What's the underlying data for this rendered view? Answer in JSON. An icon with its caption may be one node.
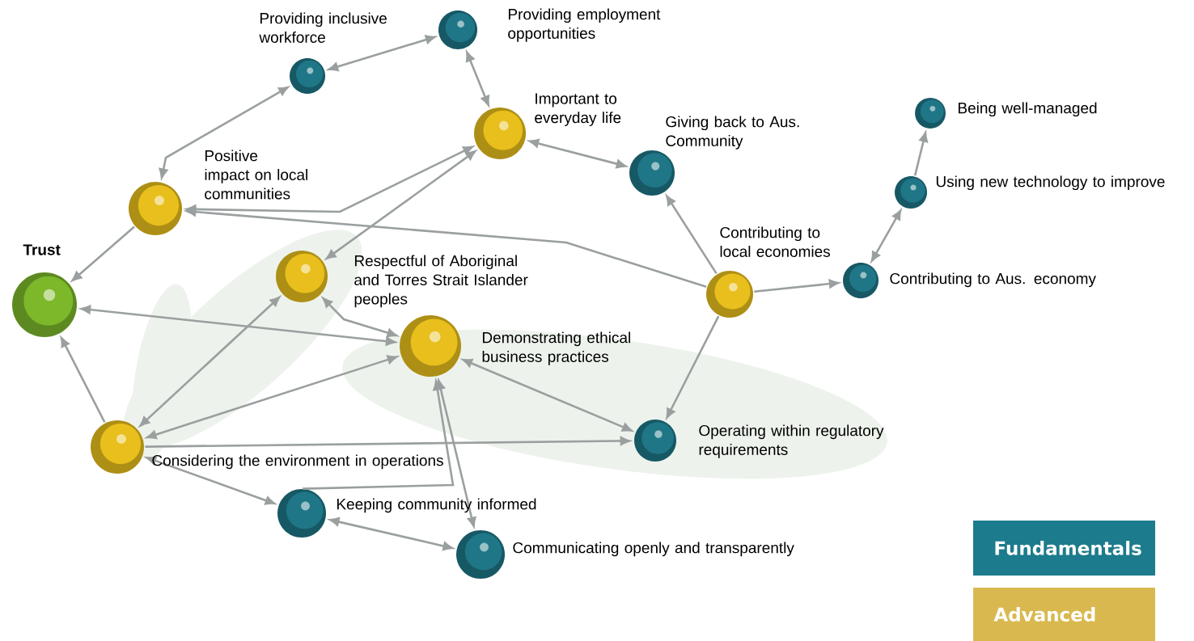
{
  "diagram": {
    "nodes": [
      {
        "text": [
          "Trust"
        ]
      },
      {
        "text": [
          "Positive impact on local communities"
        ]
      },
      {
        "text": [
          "Providing inclusive workforce"
        ]
      },
      {
        "text": [
          "Providing employment opportunities"
        ]
      },
      {
        "text": [
          "Important to everyday life"
        ]
      },
      {
        "text": [
          "Giving back to Aus. Community"
        ]
      },
      {
        "text": [
          "Respectful of Aboriginal and Torres Strait Islander peoples"
        ]
      },
      {
        "text": [
          "Demonstrating ethical business practices"
        ]
      },
      {
        "text": [
          "Contributing to local economies"
        ]
      },
      {
        "text": [
          "Contributing to Aus. economy"
        ]
      },
      {
        "text": [
          "Using new technology to improve"
        ]
      },
      {
        "text": [
          "Being well-managed"
        ]
      },
      {
        "text": [
          "Considering the environment in operations"
        ]
      },
      {
        "text": [
          "Operating within regulatory requirements"
        ]
      },
      {
        "text": [
          "Keeping community informed"
        ]
      },
      {
        "text": [
          "Communicating openly and transparently"
        ]
      }
    ],
    "edges": [
      {
        "from": 1,
        "to": 0,
        "arrow": "to"
      },
      {
        "from": 1,
        "to": 2,
        "arrow": "both"
      },
      {
        "from": 2,
        "to": 3,
        "arrow": "both"
      },
      {
        "from": 3,
        "to": 4,
        "arrow": "both"
      },
      {
        "from": 4,
        "to": 1,
        "arrow": "both"
      },
      {
        "from": 4,
        "to": 5,
        "arrow": "both"
      },
      {
        "from": 4,
        "to": 6,
        "arrow": "both"
      },
      {
        "from": 8,
        "to": 1,
        "arrow": "to"
      },
      {
        "from": 8,
        "to": 5,
        "arrow": "to"
      },
      {
        "from": 8,
        "to": 9,
        "arrow": "to"
      },
      {
        "from": 8,
        "to": 13,
        "arrow": "to"
      },
      {
        "from": 9,
        "to": 10,
        "arrow": "both"
      },
      {
        "from": 10,
        "to": 11,
        "arrow": "to"
      },
      {
        "from": 7,
        "to": 0,
        "arrow": "both"
      },
      {
        "from": 6,
        "to": 7,
        "arrow": "both"
      },
      {
        "from": 12,
        "to": 0,
        "arrow": "to"
      },
      {
        "from": 12,
        "to": 6,
        "arrow": "both"
      },
      {
        "from": 12,
        "to": 7,
        "arrow": "both"
      },
      {
        "from": 12,
        "to": 13,
        "arrow": "to"
      },
      {
        "from": 12,
        "to": 14,
        "arrow": "both"
      },
      {
        "from": 14,
        "to": 7,
        "arrow": "to"
      },
      {
        "from": 7,
        "to": 15,
        "arrow": "both"
      },
      {
        "from": 7,
        "to": 13,
        "arrow": "both"
      },
      {
        "from": 14,
        "to": 15,
        "arrow": "both"
      }
    ],
    "legend": [
      {
        "text": "Fundamentals",
        "color": "#1c7b8c"
      },
      {
        "text": "Advanced",
        "color": "#d9b94f"
      }
    ]
  }
}
